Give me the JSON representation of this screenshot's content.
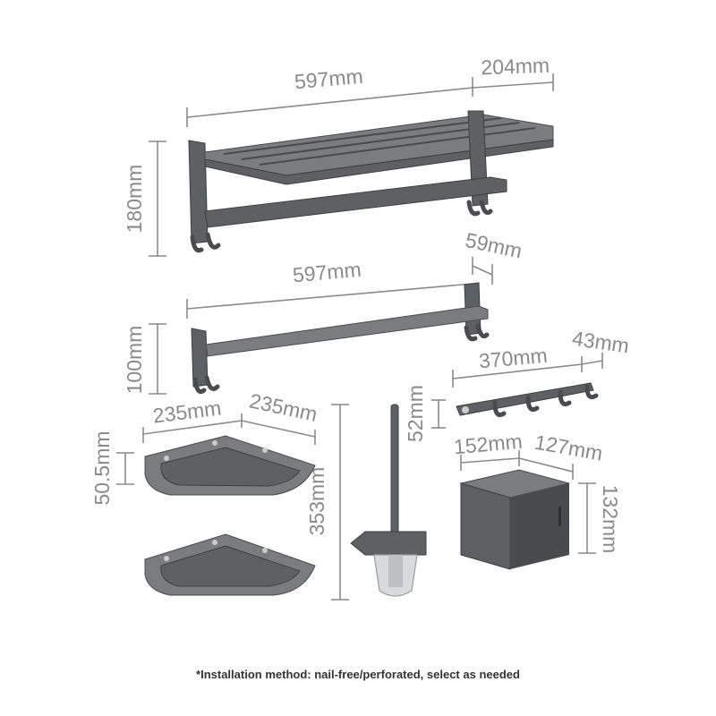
{
  "products": {
    "double_towel_rack": {
      "width": "597mm",
      "depth": "204mm",
      "height": "180mm"
    },
    "single_towel_bar": {
      "width": "597mm",
      "depth": "59mm",
      "height": "100mm"
    },
    "hook_rail": {
      "width": "370mm",
      "depth": "43mm",
      "height": "52mm"
    },
    "corner_shelf": {
      "side_a": "235mm",
      "side_b": "235mm",
      "height": "50.5mm"
    },
    "toilet_brush": {
      "height": "353mm"
    },
    "tissue_box": {
      "width": "152mm",
      "depth": "127mm",
      "height": "132mm"
    }
  },
  "footer": {
    "note": "*Installation method: nail-free/perforated, select as needed"
  },
  "colors": {
    "metal": "#5f6063",
    "dimension": "#8a8a8a"
  }
}
